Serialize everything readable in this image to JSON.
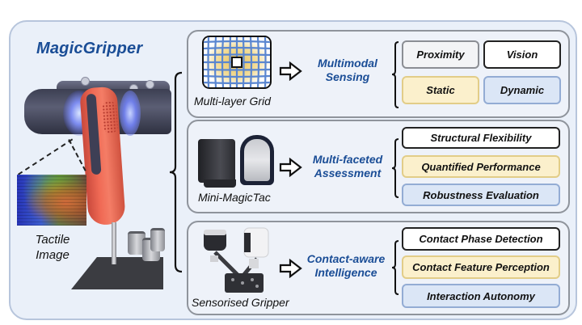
{
  "title": "MagicGripper",
  "left": {
    "tactile_label_line1": "Tactile",
    "tactile_label_line2": "Image"
  },
  "panels": [
    {
      "caption": "Multi-layer Grid",
      "concept_line1": "Multimodal",
      "concept_line2": "Sensing",
      "items": [
        {
          "label": "Proximity",
          "style": "gray"
        },
        {
          "label": "Vision",
          "style": "black"
        },
        {
          "label": "Static",
          "style": "yellow"
        },
        {
          "label": "Dynamic",
          "style": "blue"
        }
      ]
    },
    {
      "caption": "Mini-MagicTac",
      "concept_line1": "Multi-faceted",
      "concept_line2": "Assessment",
      "items": [
        {
          "label": "Structural Flexibility",
          "style": "black"
        },
        {
          "label": "Quantified Performance",
          "style": "yellow"
        },
        {
          "label": "Robustness Evaluation",
          "style": "blue"
        }
      ]
    },
    {
      "caption": "Sensorised Gripper",
      "concept_line1": "Contact-aware",
      "concept_line2": "Intelligence",
      "items": [
        {
          "label": "Contact Phase Detection",
          "style": "black"
        },
        {
          "label": "Contact Feature Perception",
          "style": "yellow"
        },
        {
          "label": "Interaction Autonomy",
          "style": "blue"
        }
      ]
    }
  ],
  "colors": {
    "accent_blue": "#1a4d96",
    "frame_bg": "#eaf0f9",
    "yellow_fill": "#fbf0cc",
    "blue_fill": "#dbe6f6"
  }
}
